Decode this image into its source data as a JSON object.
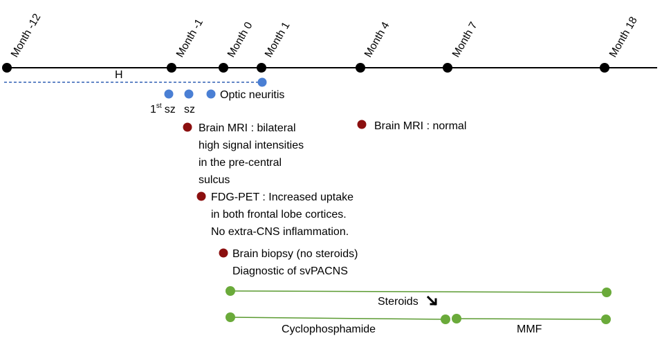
{
  "timeline": {
    "months": [
      "Month -12",
      "Month -1",
      "Month 0",
      "Month 1",
      "Month 4",
      "Month 7",
      "Month 18"
    ],
    "h_label": "H"
  },
  "blue_events": {
    "first_sz": "1",
    "first_sz_sup": "st",
    "first_sz_word": "sz",
    "second_sz": "sz",
    "optic_neuritis": "Optic neuritis"
  },
  "red_events": {
    "brain_mri_1": [
      "Brain MRI : bilateral",
      "high signal intensities",
      "in the pre-central",
      "sulcus"
    ],
    "brain_mri_2": [
      "Brain MRI : normal"
    ],
    "fdg_pet": [
      "FDG-PET : Increased uptake",
      "in both frontal lobe cortices.",
      "No extra-CNS inflammation."
    ],
    "biopsy": [
      "Brain biopsy (no steroids)",
      "Diagnostic of svPACNS"
    ]
  },
  "treatments": {
    "steroids": "Steroids",
    "cyclophosphamide": "Cyclophosphamide",
    "mmf": "MMF"
  },
  "colors": {
    "timeline": "#000000",
    "blue": "#4a7fd4",
    "blue_dash": "#2f5fb3",
    "red": "#8b0f0f",
    "green": "#6aaa3a",
    "green_line": "#5a9a30"
  }
}
